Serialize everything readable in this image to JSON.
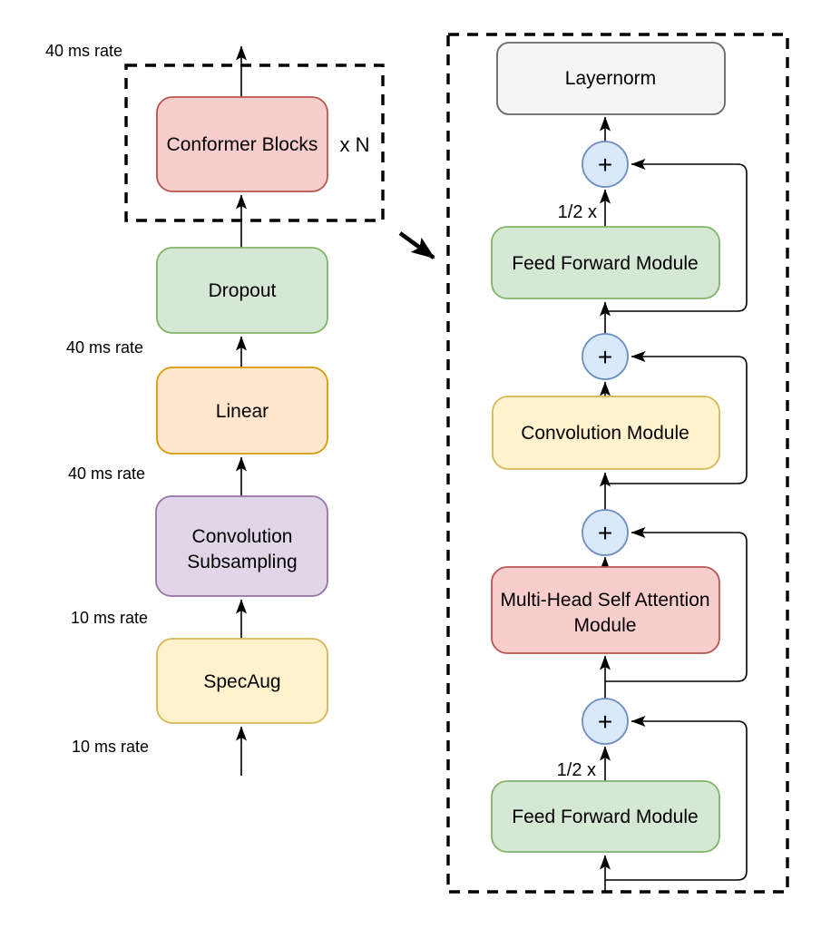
{
  "figure": {
    "description_label": "Conformer encoder architecture diagram"
  },
  "palette": {
    "red_fill": "#f8cecc",
    "red_stroke": "#b85450",
    "green_fill": "#d5e8d4",
    "green_stroke": "#82b366",
    "orange_fill": "#ffe6cc",
    "orange_stroke": "#d79b00",
    "purple_fill": "#e1d5e7",
    "purple_stroke": "#9673a6",
    "yellow_fill": "#fff2cc",
    "yellow_stroke": "#d6b656",
    "blue_fill": "#dae8fc",
    "blue_stroke": "#6c8ebf",
    "gray_fill": "#f5f5f5",
    "gray_stroke": "#666666",
    "line_color": "#000000"
  },
  "left": {
    "rate_labels": [
      "40 ms rate",
      "40 ms rate",
      "40 ms rate",
      "10 ms rate",
      "10 ms rate"
    ],
    "conformer": {
      "label": "Conformer Blocks",
      "repeat": "x N",
      "fill": "#f8cecc",
      "stroke": "#b85450"
    },
    "nodes": [
      {
        "label": "Dropout",
        "fill": "#d5e8d4",
        "stroke": "#82b366"
      },
      {
        "label": "Linear",
        "fill": "#ffe6cc",
        "stroke": "#d79b00"
      },
      {
        "line1": "Convolution",
        "line2": "Subsampling",
        "fill": "#e1d5e7",
        "stroke": "#9673a6"
      },
      {
        "label": "SpecAug",
        "fill": "#fff2cc",
        "stroke": "#d6b656"
      }
    ]
  },
  "detail": {
    "layernorm": {
      "label": "Layernorm",
      "fill": "#f5f5f5",
      "stroke": "#666666",
      "text_color": "#333333"
    },
    "half_scale_label": "1/2 x",
    "plus_symbol": "+",
    "plus_style": {
      "fill": "#dae8fc",
      "stroke": "#6c8ebf"
    },
    "modules": [
      {
        "label": "Feed Forward Module",
        "fill": "#d5e8d4",
        "stroke": "#82b366"
      },
      {
        "label": "Convolution Module",
        "fill": "#fff2cc",
        "stroke": "#d6b656"
      },
      {
        "line1": "Multi-Head Self Attention",
        "line2": "Module",
        "fill": "#f8cecc",
        "stroke": "#b85450"
      },
      {
        "label": "Feed Forward Module",
        "fill": "#d5e8d4",
        "stroke": "#82b366"
      }
    ]
  }
}
